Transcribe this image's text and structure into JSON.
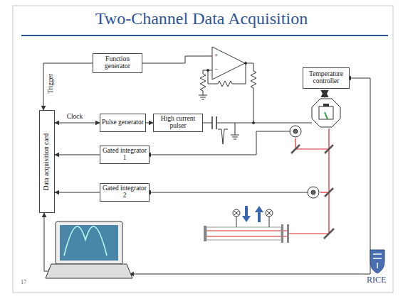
{
  "diagram": {
    "title": "Two-Channel Data Acquisition",
    "nodes": [
      {
        "text": [
          "Function generator"
        ]
      },
      {
        "text": [
          "Temperature controller"
        ]
      },
      {
        "text": [
          "Data acquisition card"
        ]
      },
      {
        "text": [
          "Pulse generator"
        ]
      },
      {
        "text": [
          "High current pulser"
        ]
      },
      {
        "text": [
          "Gated integrator 1"
        ]
      },
      {
        "text": [
          "Gated integrator 2"
        ]
      }
    ],
    "edges": [
      {
        "from": 0,
        "to": 2,
        "label": "Trigger",
        "arrow": "to"
      },
      {
        "from": 3,
        "to": 2,
        "label": "Clock",
        "arrow": "both"
      },
      {
        "from": 3,
        "to": 4,
        "arrow": "to"
      },
      {
        "from": 5,
        "to": 2,
        "arrow": "to"
      },
      {
        "from": 6,
        "to": 2,
        "arrow": "to"
      }
    ],
    "labels": [
      "+",
      "−",
      "17",
      "RICE"
    ]
  }
}
